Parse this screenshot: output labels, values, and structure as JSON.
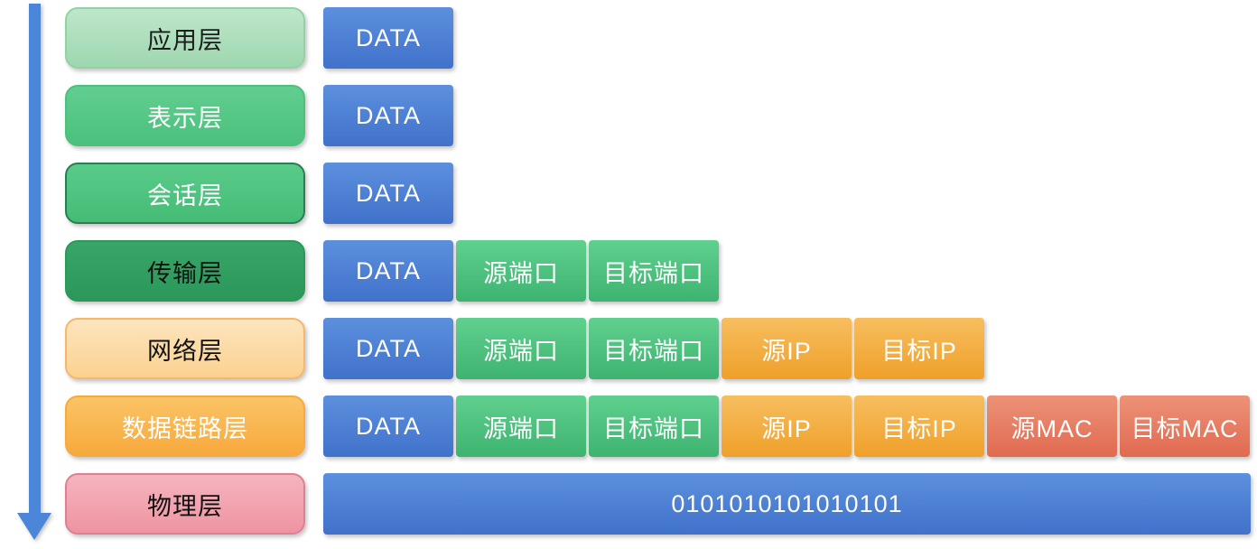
{
  "diagram": {
    "kind": "osi-data-encapsulation",
    "arrow": {
      "direction": "down",
      "color": "#4C86D8"
    },
    "layers": [
      {
        "label": "应用层",
        "text_color": "#1c1c1c",
        "fill_top": "#BEE7CB",
        "fill_bottom": "#9ED7AF",
        "border": "#92D2A5",
        "blocks": [
          {
            "text": "DATA",
            "type": "data"
          }
        ]
      },
      {
        "label": "表示层",
        "text_color": "#FFFFFF",
        "fill_top": "#61CE8F",
        "fill_bottom": "#4BC17D",
        "border": "#4BC17D",
        "blocks": [
          {
            "text": "DATA",
            "type": "data"
          }
        ]
      },
      {
        "label": "会话层",
        "text_color": "#FFFFFF",
        "fill_top": "#59CB89",
        "fill_bottom": "#45BC76",
        "border": "#2B7D52",
        "blocks": [
          {
            "text": "DATA",
            "type": "data"
          }
        ]
      },
      {
        "label": "传输层",
        "text_color": "#111111",
        "fill_top": "#38A668",
        "fill_bottom": "#2B985A",
        "border": "#2B985A",
        "blocks": [
          {
            "text": "DATA",
            "type": "data"
          },
          {
            "text": "源端口",
            "type": "port"
          },
          {
            "text": "目标端口",
            "type": "port"
          }
        ]
      },
      {
        "label": "网络层",
        "text_color": "#111111",
        "fill_top": "#FDE5BE",
        "fill_bottom": "#FBD190",
        "border": "#F4B76C",
        "blocks": [
          {
            "text": "DATA",
            "type": "data"
          },
          {
            "text": "源端口",
            "type": "port"
          },
          {
            "text": "目标端口",
            "type": "port"
          },
          {
            "text": "源IP",
            "type": "ip"
          },
          {
            "text": "目标IP",
            "type": "ip"
          }
        ]
      },
      {
        "label": "数据链路层",
        "text_color": "#FFFFFF",
        "fill_top": "#FAC466",
        "fill_bottom": "#F7A93C",
        "border": "#F7A93C",
        "blocks": [
          {
            "text": "DATA",
            "type": "data"
          },
          {
            "text": "源端口",
            "type": "port"
          },
          {
            "text": "目标端口",
            "type": "port"
          },
          {
            "text": "源IP",
            "type": "ip"
          },
          {
            "text": "目标IP",
            "type": "ip"
          },
          {
            "text": "源MAC",
            "type": "mac"
          },
          {
            "text": "目标MAC",
            "type": "mac"
          }
        ]
      },
      {
        "label": "物理层",
        "text_color": "#111111",
        "fill_top": "#F6B4BF",
        "fill_bottom": "#EE94A2",
        "border": "#DE8092",
        "blocks": [
          {
            "text": "0101010101010101",
            "type": "bits",
            "full_width": true
          }
        ]
      }
    ],
    "block_styles": {
      "data": {
        "fill_top": "#5C90DD",
        "fill_bottom": "#4072CB",
        "text_color": "#FFFFFF"
      },
      "port": {
        "fill_top": "#60D08F",
        "fill_bottom": "#3EB370",
        "text_color": "#FFFFFF"
      },
      "ip": {
        "fill_top": "#F7BE5F",
        "fill_bottom": "#EFA02A",
        "text_color": "#FFFFFF"
      },
      "mac": {
        "fill_top": "#EC9278",
        "fill_bottom": "#E06A50",
        "text_color": "#FFFFFF"
      },
      "bits": {
        "fill_top": "#5C90DD",
        "fill_bottom": "#4072CB",
        "text_color": "#FFFFFF"
      }
    }
  }
}
